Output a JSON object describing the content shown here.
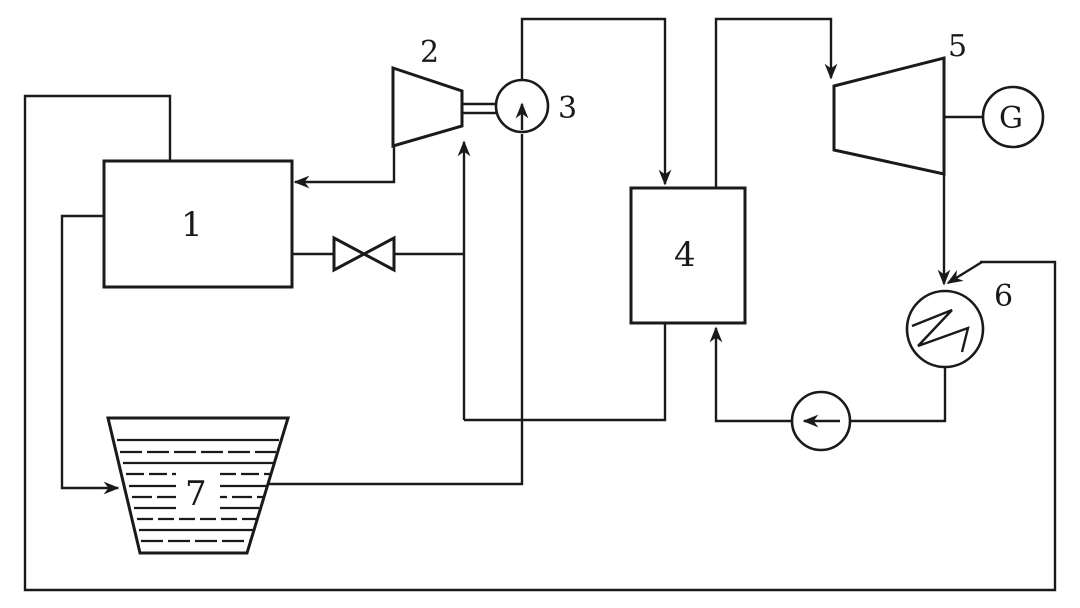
{
  "diagram": {
    "component_labels": {
      "box_1": "1",
      "compressor_2": "2",
      "pump_3": "3",
      "box_4": "4",
      "turbine_5": "5",
      "condenser_6": "6",
      "tank_7": "7",
      "generator": "G"
    }
  }
}
